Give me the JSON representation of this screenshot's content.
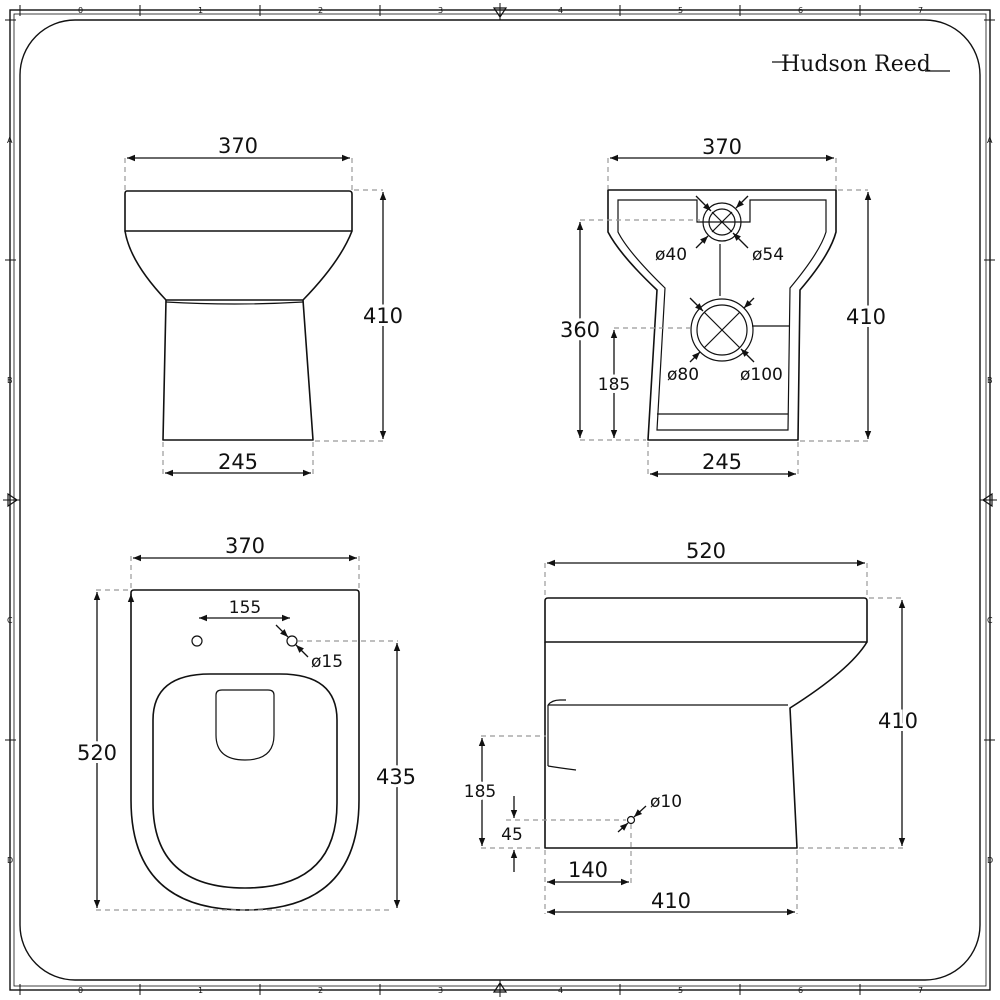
{
  "brand": {
    "name": "Hudson Reed"
  },
  "ruler": {
    "top": [
      "0",
      "1",
      "2",
      "3",
      "4",
      "5",
      "6",
      "7"
    ],
    "bottom": [
      "0",
      "1",
      "2",
      "3",
      "4",
      "5",
      "6",
      "7"
    ],
    "left": [
      "A",
      "B",
      "C",
      "D"
    ],
    "right": [
      "A",
      "B",
      "C",
      "D"
    ]
  },
  "front_view": {
    "top_width": "370",
    "height": "410",
    "base_width": "245"
  },
  "rear_view": {
    "top_width": "370",
    "height_right": "410",
    "height_left": "360",
    "waste_height": "185",
    "base_width": "245",
    "inlet_inner": "ø40",
    "inlet_outer": "ø54",
    "outlet_inner": "ø80",
    "outlet_outer": "ø100"
  },
  "plan_view": {
    "width": "370",
    "fixing_spacing": "155",
    "fixing_hole": "ø15",
    "length": "520",
    "fixing_to_front": "435"
  },
  "side_view": {
    "length": "520",
    "height": "410",
    "outlet_height": "185",
    "fixing_height": "45",
    "fixing_hole": "ø10",
    "fixing_depth": "140",
    "base_length": "410"
  }
}
